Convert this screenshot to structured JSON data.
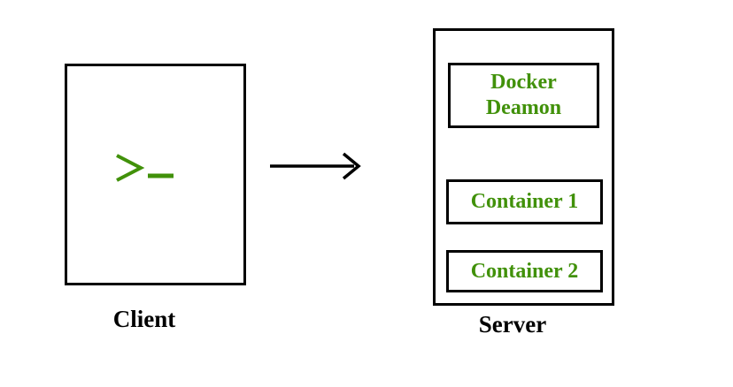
{
  "diagram": {
    "title_implied": "Docker client-server architecture",
    "client": {
      "label": "Client",
      "prompt_symbol": ">_"
    },
    "arrow": {
      "direction": "right",
      "from": "Client",
      "to": "Server"
    },
    "server": {
      "label": "Server",
      "boxes": [
        {
          "label": "Docker Deamon"
        },
        {
          "label": "Container 1"
        },
        {
          "label": "Container 2"
        }
      ]
    }
  },
  "colors": {
    "text_green": "#41910a",
    "line_black": "#000000",
    "background": "#ffffff"
  }
}
